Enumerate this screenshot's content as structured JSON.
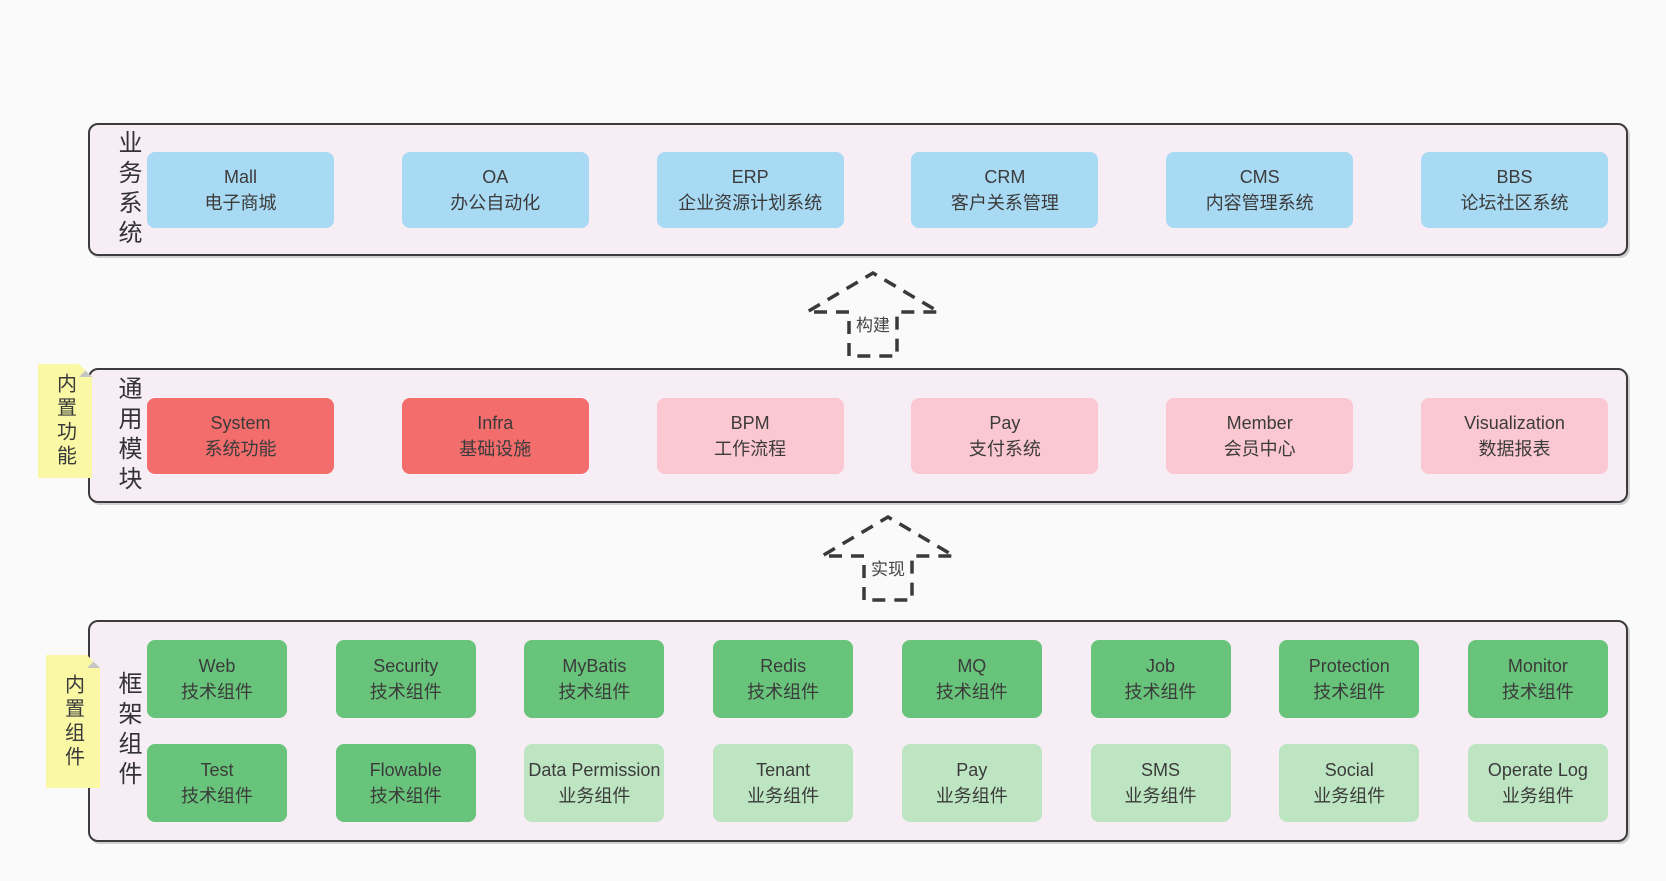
{
  "colors": {
    "page-bg": "#fafafa",
    "layer-bg": "#f7edf5",
    "border": "#3c3c3c",
    "blue": "#a9daf3",
    "red": "#f36d6d",
    "pink": "#fbc7d1",
    "green": "#68c47a",
    "light-green": "#bde5c1",
    "yellow": "#faf8a4"
  },
  "arrows": [
    {
      "label": "构建"
    },
    {
      "label": "实现"
    }
  ],
  "layers": [
    {
      "label": "业务系统",
      "rows": [
        [
          {
            "name": "Mall",
            "desc": "电子商城",
            "type": "blue"
          },
          {
            "name": "OA",
            "desc": "办公自动化",
            "type": "blue"
          },
          {
            "name": "ERP",
            "desc": "企业资源计划系统",
            "type": "blue"
          },
          {
            "name": "CRM",
            "desc": "客户关系管理",
            "type": "blue"
          },
          {
            "name": "CMS",
            "desc": "内容管理系统",
            "type": "blue"
          },
          {
            "name": "BBS",
            "desc": "论坛社区系统",
            "type": "blue"
          }
        ]
      ]
    },
    {
      "label": "通用模块",
      "note": "内置功能",
      "rows": [
        [
          {
            "name": "System",
            "desc": "系统功能",
            "type": "red"
          },
          {
            "name": "Infra",
            "desc": "基础设施",
            "type": "red"
          },
          {
            "name": "BPM",
            "desc": "工作流程",
            "type": "pink"
          },
          {
            "name": "Pay",
            "desc": "支付系统",
            "type": "pink"
          },
          {
            "name": "Member",
            "desc": "会员中心",
            "type": "pink"
          },
          {
            "name": "Visualization",
            "desc": "数据报表",
            "type": "pink"
          }
        ]
      ]
    },
    {
      "label": "框架组件",
      "note": "内置组件",
      "rows": [
        [
          {
            "name": "Web",
            "desc": "技术组件",
            "type": "green"
          },
          {
            "name": "Security",
            "desc": "技术组件",
            "type": "green"
          },
          {
            "name": "MyBatis",
            "desc": "技术组件",
            "type": "green"
          },
          {
            "name": "Redis",
            "desc": "技术组件",
            "type": "green"
          },
          {
            "name": "MQ",
            "desc": "技术组件",
            "type": "green"
          },
          {
            "name": "Job",
            "desc": "技术组件",
            "type": "green"
          },
          {
            "name": "Protection",
            "desc": "技术组件",
            "type": "green"
          },
          {
            "name": "Monitor",
            "desc": "技术组件",
            "type": "green"
          }
        ],
        [
          {
            "name": "Test",
            "desc": "技术组件",
            "type": "green"
          },
          {
            "name": "Flowable",
            "desc": "技术组件",
            "type": "green"
          },
          {
            "name": "Data Permission",
            "desc": "业务组件",
            "type": "light-green"
          },
          {
            "name": "Tenant",
            "desc": "业务组件",
            "type": "light-green"
          },
          {
            "name": "Pay",
            "desc": "业务组件",
            "type": "light-green"
          },
          {
            "name": "SMS",
            "desc": "业务组件",
            "type": "light-green"
          },
          {
            "name": "Social",
            "desc": "业务组件",
            "type": "light-green"
          },
          {
            "name": "Operate Log",
            "desc": "业务组件",
            "type": "light-green"
          }
        ]
      ]
    }
  ]
}
